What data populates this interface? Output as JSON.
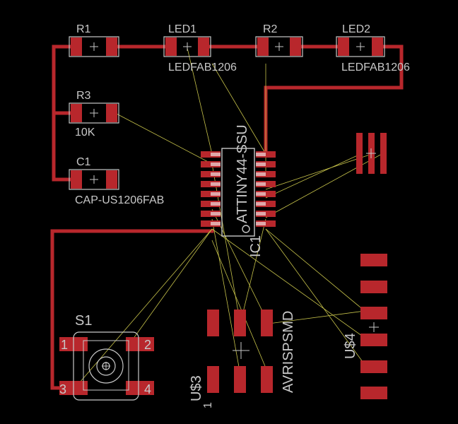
{
  "colors": {
    "background": "#000000",
    "trace": "#b8272c",
    "pad": "#b8272c",
    "silk": "#c8c8c8",
    "airwire": "#c6c24a"
  },
  "labels": {
    "r1_name": "R1",
    "led1_name": "LED1",
    "led1_value": "LEDFAB1206",
    "r2_name": "R2",
    "led2_name": "LED2",
    "led2_value": "LEDFAB1206",
    "r3_name": "R3",
    "r3_value": "10K",
    "c1_name": "C1",
    "c1_value": "CAP-US1206FAB",
    "ic1_value": "ATTINY44-SSU",
    "ic1_name": "IC1",
    "isp_value": "AVRISPSMD",
    "u3_name": "U$3",
    "u3_pin": "1",
    "u4_name": "U$4",
    "s1_name": "S1",
    "s1_pin1": "1",
    "s1_pin2": "2",
    "s1_pin3": "3",
    "s1_pin4": "4"
  }
}
